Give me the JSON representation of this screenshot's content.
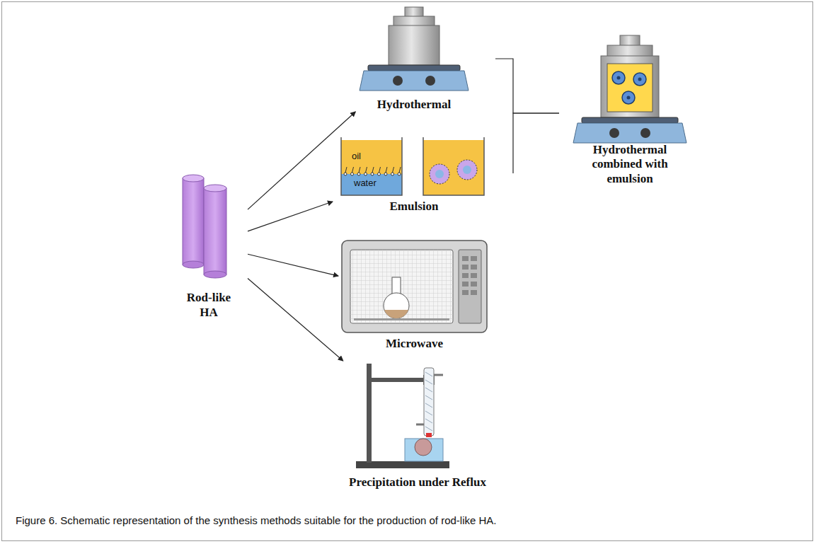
{
  "diagram": {
    "caption": "Figure 6. Schematic representation of the synthesis methods suitable for the production of rod-like HA.",
    "nodes": [
      {
        "text": [
          "Rod-like HA"
        ]
      },
      {
        "text": [
          "Hydrothermal"
        ]
      },
      {
        "text": [
          "Emulsion"
        ]
      },
      {
        "text": [
          "Microwave"
        ]
      },
      {
        "text": [
          "Precipitation under Reflux"
        ]
      },
      {
        "text": [
          "Hydrothermal combined with emulsion"
        ]
      }
    ],
    "edges": [
      {
        "from": 0,
        "to": 1,
        "arrow": "to"
      },
      {
        "from": 0,
        "to": 2,
        "arrow": "to"
      },
      {
        "from": 0,
        "to": 3,
        "arrow": "to"
      },
      {
        "from": 0,
        "to": 4,
        "arrow": "to"
      },
      {
        "from": 1,
        "to": 5,
        "arrow": "none"
      },
      {
        "from": 2,
        "to": 5,
        "arrow": "none"
      }
    ],
    "labels": [
      "oil",
      "water"
    ]
  }
}
